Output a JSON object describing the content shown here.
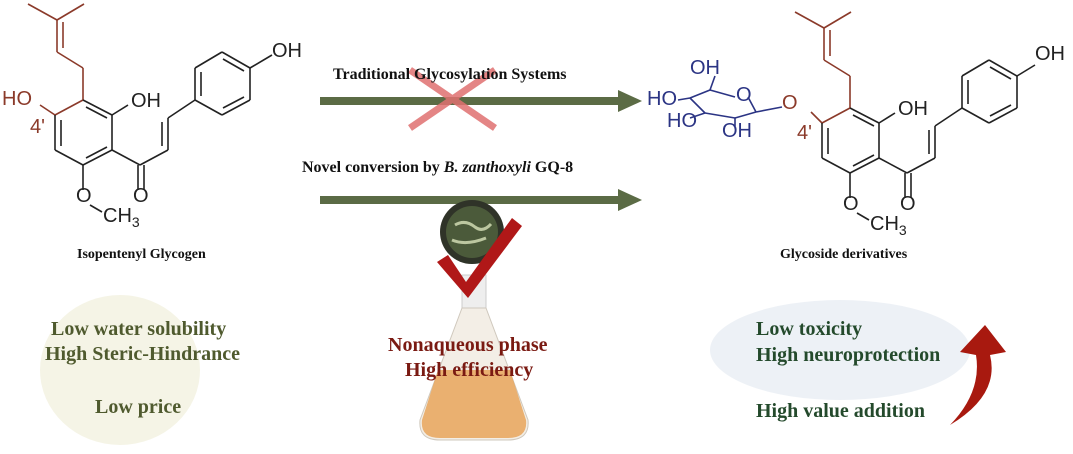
{
  "colors": {
    "arrow": "#5b6b45",
    "prenyl": "#8b3a2a",
    "sugar": "#2b3484",
    "cross": "#e07070",
    "green_text": "#4f5a2e",
    "red_text": "#7a1a12",
    "dark_green_text": "#244a2c"
  },
  "left_molecule": {
    "name": "Isopentenyl Glycogen",
    "oh_a": "HO",
    "oh_b": "OH",
    "oh_c": "OH",
    "position": "4'",
    "o_carbonyl": "O",
    "o_methoxy": "O",
    "methyl": "CH",
    "methyl_sub": "3"
  },
  "right_molecule": {
    "name": "Glycoside derivatives",
    "oh_b": "OH",
    "oh_c": "OH",
    "position": "4'",
    "o_link": "O",
    "o_carbonyl": "O",
    "o_methoxy": "O",
    "methyl": "CH",
    "methyl_sub": "3",
    "sugar": {
      "oh1": "OH",
      "oh2": "HO",
      "oh3": "HO",
      "oh4": "OH",
      "ring_o": "O"
    }
  },
  "arrows": {
    "top_label": "Traditional Glycosylation Systems",
    "bottom_label_prefix": "Novel conversion by ",
    "bottom_label_species": "B. zanthoxyli",
    "bottom_label_suffix": " GQ-8"
  },
  "left_properties": [
    "Low water solubility",
    "High Steric-Hindrance",
    "Low price"
  ],
  "middle_properties": [
    "Nonaqueous phase",
    "High efficiency"
  ],
  "right_properties": [
    "Low toxicity",
    "High neuroprotection",
    "High value addition"
  ]
}
